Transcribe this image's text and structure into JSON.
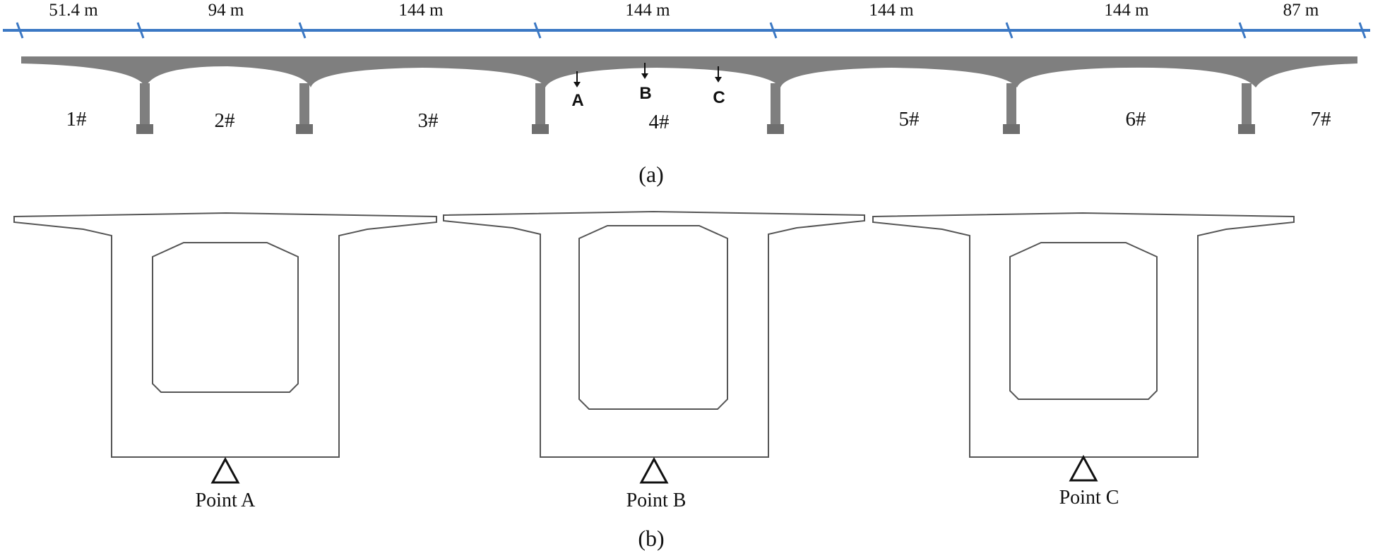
{
  "part_a": {
    "caption": "(a)",
    "span_lengths": [
      "51.4 m",
      "94 m",
      "144 m",
      "144 m",
      "144 m",
      "144 m",
      "87 m"
    ],
    "segment_labels": [
      "1#",
      "2#",
      "3#",
      "4#",
      "5#",
      "6#",
      "7#"
    ],
    "points": [
      "A",
      "B",
      "C"
    ],
    "colors": {
      "dimension_line": "#3b78c4",
      "girder": "#7f7f7f"
    }
  },
  "part_b": {
    "caption": "(b)",
    "sections": [
      {
        "support_label": "Point A"
      },
      {
        "support_label": "Point B"
      },
      {
        "support_label": "Point C"
      }
    ]
  }
}
